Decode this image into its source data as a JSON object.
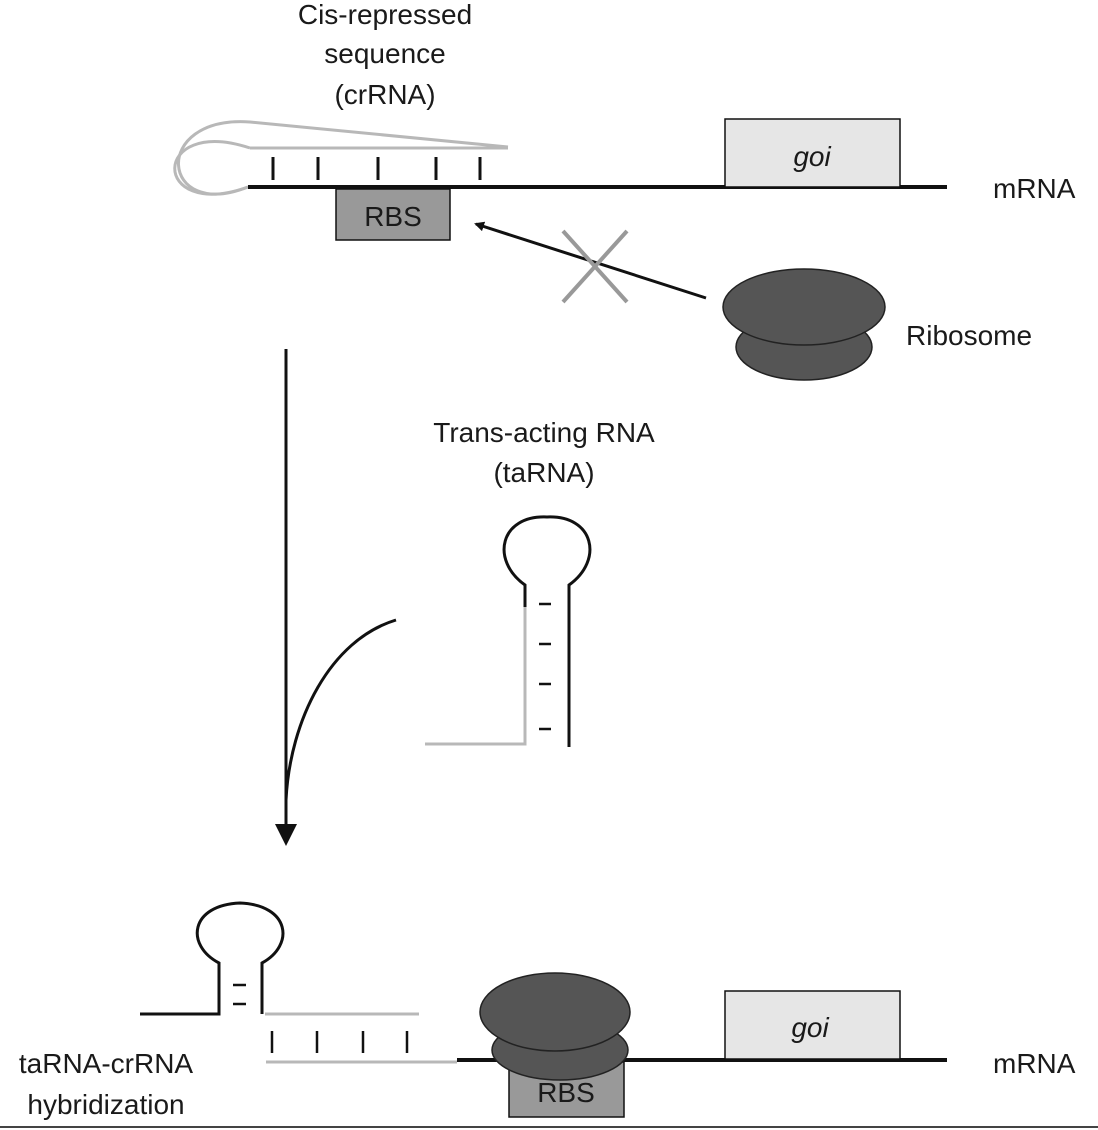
{
  "top": {
    "crrna_label": [
      "Cis-repressed",
      "sequence",
      "(crRNA)"
    ],
    "goi_label": "goi",
    "rbs_label": "RBS",
    "mrna_label": "mRNA",
    "ribosome_label": "Ribosome"
  },
  "middle": {
    "tarna_label": [
      "Trans-acting RNA",
      "(taRNA)"
    ]
  },
  "bottom": {
    "hybrid_label": [
      "taRNA-crRNA",
      "hybridization"
    ],
    "goi_label": "goi",
    "rbs_label": "RBS",
    "mrna_label": "mRNA"
  },
  "colors": {
    "black": "#111111",
    "light_gray": "#b8b8b8",
    "box_light": "#e6e6e6",
    "box_mid": "#999999",
    "ribosome": "#555555",
    "cross": "#999999"
  }
}
